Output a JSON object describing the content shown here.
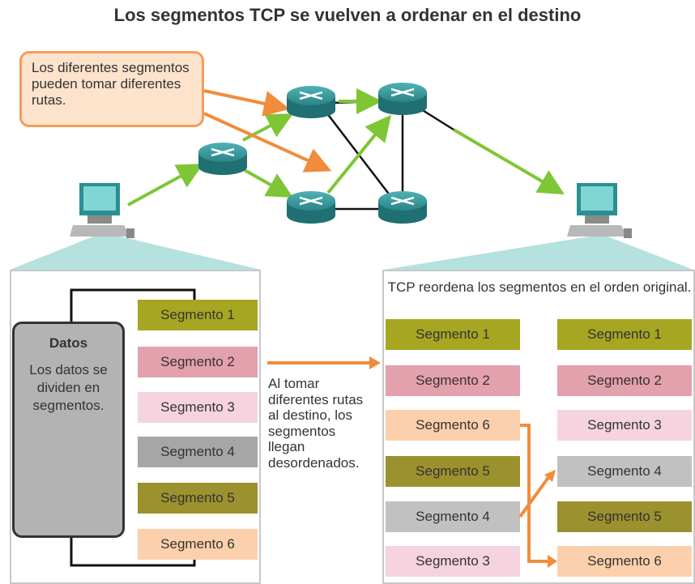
{
  "title": "Los segmentos TCP se vuelven a ordenar en el destino",
  "callout": "Los diferentes segmentos pueden tomar diferentes rutas.",
  "data_box": {
    "heading": "Datos",
    "body": "Los datos se dividen en segmentos."
  },
  "middle_text": "Al tomar diferentes rutas al destino, los segmentos llegan desordenados.",
  "reorder_text": "TCP reordena los segmentos en el orden original.",
  "source_segments": [
    {
      "label": "Segmento 1",
      "color": "#a6a623"
    },
    {
      "label": "Segmento 2",
      "color": "#e3a0ad"
    },
    {
      "label": "Segmento 3",
      "color": "#f5d3df"
    },
    {
      "label": "Segmento 4",
      "color": "#a6a6a6"
    },
    {
      "label": "Segmento 5",
      "color": "#9b912e"
    },
    {
      "label": "Segmento 6",
      "color": "#fcd0ac"
    }
  ],
  "received_segments": [
    {
      "label": "Segmento 1",
      "color": "#a6a623"
    },
    {
      "label": "Segmento 2",
      "color": "#e3a0ad"
    },
    {
      "label": "Segmento 6",
      "color": "#fcd0ac"
    },
    {
      "label": "Segmento 5",
      "color": "#9b912e"
    },
    {
      "label": "Segmento 4",
      "color": "#c1c1c1"
    },
    {
      "label": "Segmento 3",
      "color": "#f5d3df"
    }
  ],
  "ordered_segments": [
    {
      "label": "Segmento 1",
      "color": "#a6a623"
    },
    {
      "label": "Segmento 2",
      "color": "#e3a0ad"
    },
    {
      "label": "Segmento 3",
      "color": "#f5d3df"
    },
    {
      "label": "Segmento 4",
      "color": "#c1c1c1"
    },
    {
      "label": "Segmento 5",
      "color": "#9b912e"
    },
    {
      "label": "Segmento 6",
      "color": "#fcd0ac"
    }
  ],
  "colors": {
    "arrow_orange": "#f08c3c",
    "link_green": "#7ec636",
    "router": "#2e8a8e",
    "beam": "#a8dcd8"
  }
}
